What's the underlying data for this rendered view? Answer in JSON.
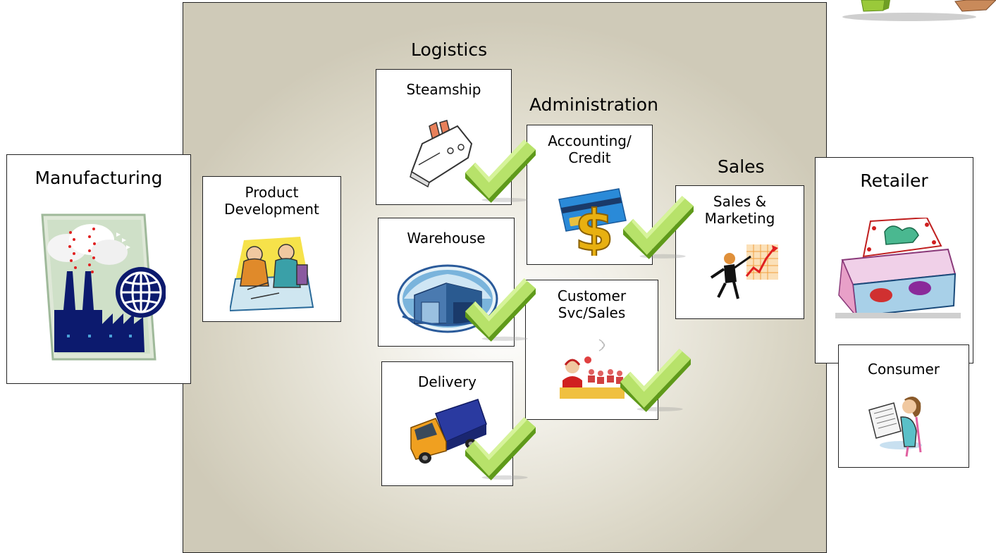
{
  "sections": {
    "logistics": "Logistics",
    "administration": "Administration",
    "sales": "Sales"
  },
  "cards": {
    "manufacturing": "Manufacturing",
    "product_development": [
      "Product",
      "Development"
    ],
    "steamship": "Steamship",
    "warehouse": "Warehouse",
    "delivery": "Delivery",
    "accounting": [
      "Accounting/",
      "Credit"
    ],
    "customer_service": [
      "Customer",
      "Svc/Sales"
    ],
    "sales_marketing": [
      "Sales &",
      "Marketing"
    ],
    "retailer": "Retailer",
    "consumer": "Consumer"
  },
  "icons": {
    "manufacturing": "factory-globe-icon",
    "product_development": "engineers-icon",
    "steamship": "ship-icon",
    "warehouse": "warehouse-icon",
    "delivery": "truck-icon",
    "accounting": "credit-card-dollar-icon",
    "customer_service": "call-center-icon",
    "sales_marketing": "presenter-chart-icon",
    "retailer": "store-icon",
    "consumer": "reader-icon",
    "check": "checkmark-icon"
  },
  "colors": {
    "check_light": "#b7e26a",
    "check_dark": "#5f9a1a",
    "navy": "#0c1a6e",
    "panel": "#d8d4c3"
  }
}
